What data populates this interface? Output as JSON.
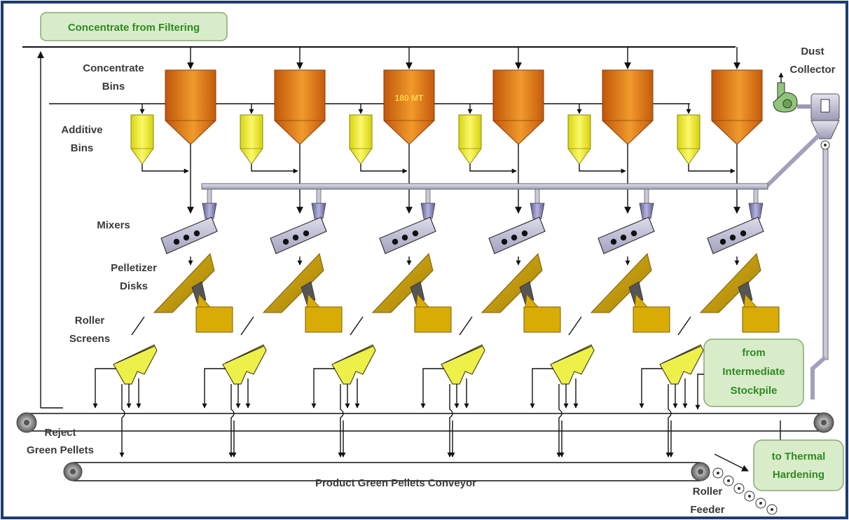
{
  "labels": {
    "concentrate_from_filtering": "Concentrate from Filtering",
    "concentrate_bins_1": "Concentrate",
    "concentrate_bins_2": "Bins",
    "additive_bins_1": "Additive",
    "additive_bins_2": "Bins",
    "mixers": "Mixers",
    "pelletizer_disks_1": "Pelletizer",
    "pelletizer_disks_2": "Disks",
    "roller_screens_1": "Roller",
    "roller_screens_2": "Screens",
    "reject_green_pellets_1": "Reject",
    "reject_green_pellets_2": "Green Pellets",
    "product_conveyor": "Product Green Pellets Conveyor",
    "dust_collector_1": "Dust",
    "dust_collector_2": "Collector",
    "from_stockpile_1": "from",
    "from_stockpile_2": "Intermediate",
    "from_stockpile_3": "Stockpile",
    "to_thermal_1": "to Thermal",
    "to_thermal_2": "Hardening",
    "roller_feeder_1": "Roller",
    "roller_feeder_2": "Feeder",
    "bin_capacity": "180 MT"
  },
  "colors": {
    "frame": "#1f3b6e",
    "concentrate_bin": "#e07a14",
    "additive_bin": "#f2ec1a",
    "mixer": "#b9b7cf",
    "mixer_hopper": "#7b78b0",
    "pelletizer": "#c9a10a",
    "screen": "#eef04a",
    "green_box": "#d8ecc9",
    "green_text": "#2f8a22"
  },
  "units": 6
}
